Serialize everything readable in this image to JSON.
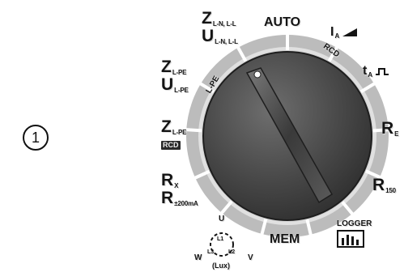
{
  "index_label": "1",
  "dial": {
    "positions": [
      {
        "id": "z-ln-ll",
        "line1": "Z",
        "line1_sub": "L-N, L-L",
        "line2": "U",
        "line2_sub": "L-N, L-L"
      },
      {
        "id": "auto",
        "text": "AUTO"
      },
      {
        "id": "ia",
        "text": "I",
        "sub": "A"
      },
      {
        "id": "rcd-small",
        "text": "RCD"
      },
      {
        "id": "ta",
        "text": "t",
        "sub": "A"
      },
      {
        "id": "re",
        "text": "R",
        "sub": "E"
      },
      {
        "id": "r150",
        "text": "R",
        "sub": "150"
      },
      {
        "id": "logger",
        "text": "LOGGER"
      },
      {
        "id": "mem",
        "text": "MEM"
      },
      {
        "id": "rotation",
        "top": "U",
        "left": "W",
        "right": "V",
        "bottom": "(Lux)",
        "sub1": "L1",
        "sub2": "L3",
        "sub3": "L2"
      },
      {
        "id": "rx",
        "line1": "R",
        "line1_sub": "X",
        "line2": "R",
        "line2_sub": "±200mA"
      },
      {
        "id": "z-lpe-rcd",
        "text": "Z",
        "sub": "L-PE",
        "box": "RCD"
      },
      {
        "id": "z-lpe",
        "line1": "Z",
        "line1_sub": "L-PE",
        "line2": "U",
        "line2_sub": "L-PE"
      },
      {
        "id": "lpe-small",
        "text": "L-PE"
      }
    ]
  }
}
